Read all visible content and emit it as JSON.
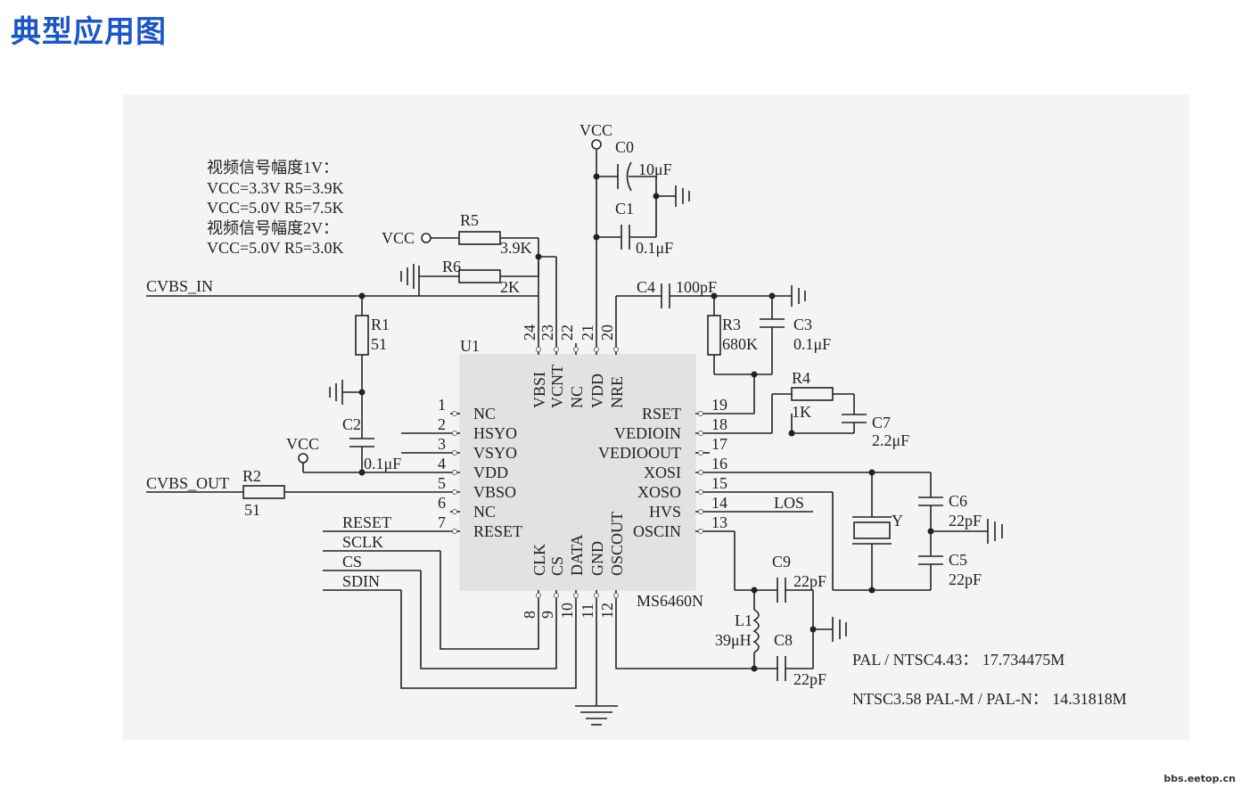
{
  "page": {
    "heading": "典型应用图",
    "watermark": "bbs.eetop.cn"
  },
  "notes": {
    "lines": [
      "视频信号幅度1V：",
      "VCC=3.3V R5=3.9K",
      "VCC=5.0V R5=7.5K",
      "视频信号幅度2V：",
      "VCC=5.0V R5=3.0K"
    ],
    "crystal": [
      "PAL / NTSC4.43：  17.734475M",
      "NTSC3.58 PAL-M / PAL-N：  14.31818M"
    ]
  },
  "chip": {
    "ref": "U1",
    "part": "MS6460N"
  },
  "pins": {
    "left": [
      {
        "num": "1",
        "name": "NC"
      },
      {
        "num": "2",
        "name": "HSYO"
      },
      {
        "num": "3",
        "name": "VSYO"
      },
      {
        "num": "4",
        "name": "VDD"
      },
      {
        "num": "5",
        "name": "VBSO"
      },
      {
        "num": "6",
        "name": "NC"
      },
      {
        "num": "7",
        "name": "RESET"
      }
    ],
    "bottom": [
      {
        "num": "8",
        "name": "CLK"
      },
      {
        "num": "9",
        "name": "CS"
      },
      {
        "num": "10",
        "name": "DATA"
      },
      {
        "num": "11",
        "name": "GND"
      },
      {
        "num": "12",
        "name": "OSCOUT"
      }
    ],
    "right": [
      {
        "num": "13",
        "name": "OSCIN"
      },
      {
        "num": "14",
        "name": "HVS"
      },
      {
        "num": "15",
        "name": "XOSO"
      },
      {
        "num": "16",
        "name": "XOSI"
      },
      {
        "num": "17",
        "name": "VEDIOOUT"
      },
      {
        "num": "18",
        "name": "VEDIOIN"
      },
      {
        "num": "19",
        "name": "RSET"
      }
    ],
    "top": [
      {
        "num": "20",
        "name": "NRE"
      },
      {
        "num": "21",
        "name": "VDD"
      },
      {
        "num": "22",
        "name": "NC"
      },
      {
        "num": "23",
        "name": "VCNT"
      },
      {
        "num": "24",
        "name": "VBSI"
      }
    ]
  },
  "nets": {
    "vcc": "VCC",
    "cvbs_in": "CVBS_IN",
    "cvbs_out": "CVBS_OUT",
    "reset": "RESET",
    "sclk": "SCLK",
    "cs": "CS",
    "sdin": "SDIN",
    "los": "LOS"
  },
  "components": {
    "c0": {
      "ref": "C0",
      "value": "10μF"
    },
    "c1": {
      "ref": "C1",
      "value": "0.1μF"
    },
    "c2": {
      "ref": "C2",
      "value": "0.1μF"
    },
    "c3": {
      "ref": "C3",
      "value": "0.1μF"
    },
    "c4": {
      "ref": "C4",
      "value": "100pF"
    },
    "c5": {
      "ref": "C5",
      "value": "22pF"
    },
    "c6": {
      "ref": "C6",
      "value": "22pF"
    },
    "c7": {
      "ref": "C7",
      "value": "2.2μF"
    },
    "c8": {
      "ref": "C8",
      "value": "22pF"
    },
    "c9": {
      "ref": "C9",
      "value": "22pF"
    },
    "r1": {
      "ref": "R1",
      "value": "51"
    },
    "r2": {
      "ref": "R2",
      "value": "51"
    },
    "r3": {
      "ref": "R3",
      "value": "680K"
    },
    "r4": {
      "ref": "R4",
      "value": "1K"
    },
    "r5": {
      "ref": "R5",
      "value": "3.9K"
    },
    "r6": {
      "ref": "R6",
      "value": "2K"
    },
    "l1": {
      "ref": "L1",
      "value": "39μH"
    },
    "y": {
      "ref": "Y"
    }
  }
}
